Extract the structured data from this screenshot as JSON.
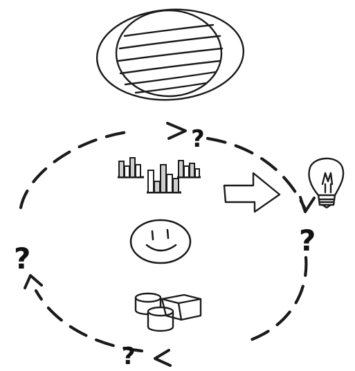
{
  "diagram": {
    "kind": "hand-drawn cycle sketch",
    "icons": [
      "globe-icon",
      "bar-charts-icon",
      "smiley-face-icon",
      "database-cylinders-icon",
      "cube-icon",
      "arrow-right-icon",
      "lightbulb-icon"
    ],
    "cycle_markers": [
      {
        "id": "top",
        "text": "?"
      },
      {
        "id": "right",
        "text": "?"
      },
      {
        "id": "bottom",
        "text": "?"
      },
      {
        "id": "left",
        "text": "?"
      }
    ],
    "colors": {
      "ink": "#1a1a1a",
      "background": "#ffffff",
      "bar_fill": "#cfcfcf"
    }
  }
}
